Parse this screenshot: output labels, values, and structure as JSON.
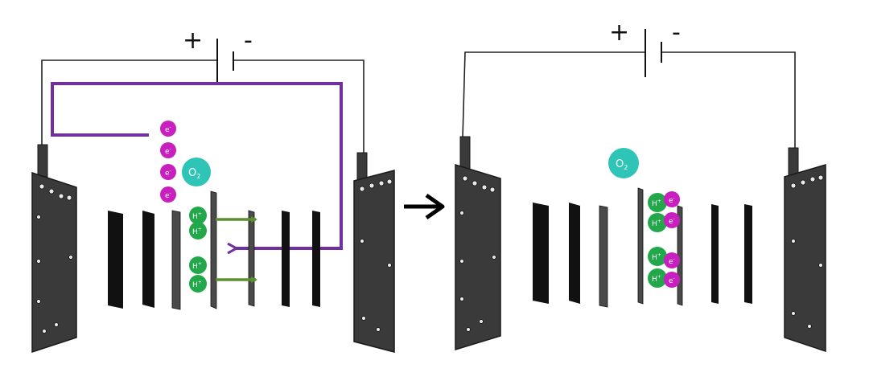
{
  "battery_left": {
    "plus": "+",
    "minus": "-"
  },
  "battery_right": {
    "plus": "+",
    "minus": "-"
  },
  "particles": {
    "electron": "e",
    "electron_sup": "-",
    "proton": "H",
    "proton_sup": "+",
    "oxygen": "O",
    "oxygen_sub": "2"
  },
  "colors": {
    "electron": "#c81fbf",
    "proton": "#22a84a",
    "oxygen": "#2ec4b6",
    "electron_path": "#7030a0",
    "proton_flow": "#5b8f2e",
    "plate": "#3a3a3a"
  },
  "icons": [
    "transition-arrow-icon",
    "battery-icon",
    "flow-arrow-icon"
  ]
}
